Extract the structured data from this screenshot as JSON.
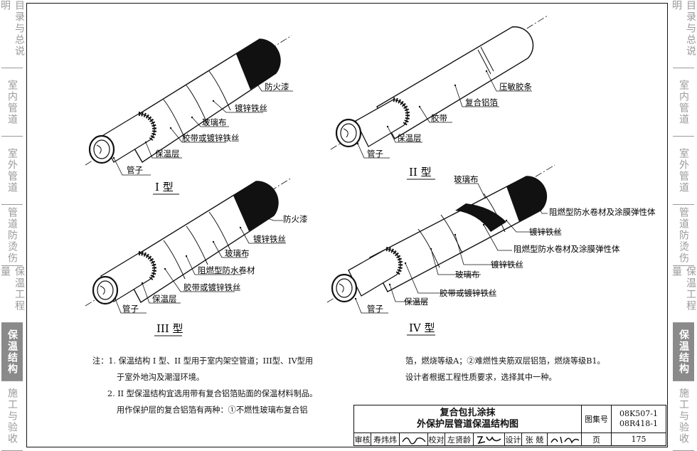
{
  "sidebar_left": [
    {
      "label": "目录与总说明",
      "active": false
    },
    {
      "label": "室内管道",
      "active": false
    },
    {
      "label": "室外管道",
      "active": false
    },
    {
      "label": "管道防烫伤",
      "active": false
    },
    {
      "label": "保温工程量",
      "active": false
    },
    {
      "label": "保温结构",
      "active": true
    },
    {
      "label": "施工与验收",
      "active": false
    }
  ],
  "sidebar_right": [
    {
      "label": "目录与总说明",
      "active": false
    },
    {
      "label": "室内管道",
      "active": false
    },
    {
      "label": "室外管道",
      "active": false
    },
    {
      "label": "管道防烫伤",
      "active": false
    },
    {
      "label": "保温工程量",
      "active": false
    },
    {
      "label": "保温结构",
      "active": true
    },
    {
      "label": "施工与验收",
      "active": false
    }
  ],
  "diagrams": {
    "type1": {
      "title": "I 型",
      "labels": [
        "防火漆",
        "镀锌铁丝",
        "玻璃布",
        "胶带或镀锌铁丝",
        "保温层",
        "管子"
      ]
    },
    "type2": {
      "title": "II 型",
      "labels": [
        "压敏胶条",
        "复合铝箔",
        "胶带",
        "保温层",
        "管子"
      ]
    },
    "type3": {
      "title": "III 型",
      "labels": [
        "防火漆",
        "镀锌铁丝",
        "玻璃布",
        "阻燃型防水卷材",
        "胶带或镀锌铁丝",
        "保温层",
        "管子"
      ]
    },
    "type4": {
      "title": "IV 型",
      "labels": [
        "玻璃布",
        "阻燃型防水卷材及涂膜弹性体",
        "镀锌铁丝",
        "阻燃型防水卷材及涂膜弹性体",
        "镀锌铁丝",
        "玻璃布",
        "胶带或镀锌铁丝",
        "保温层",
        "管子"
      ]
    }
  },
  "notes": {
    "prefix": "注：",
    "n1a": "1. 保温结构 I 型、II 型用于室内架空管道；III型、IV型用",
    "n1b": "于室外地沟及潮湿环境。",
    "n2a": "2. II 型保温结构宜选用带有复合铝箔贴面的保温材料制品。",
    "n2b": "用作保护层的复合铝箔有两种：①不燃性玻璃布复合铝",
    "n2c": "箔，燃烧等级A；②难燃性夹筋双层铝箔，燃烧等级B1。",
    "n2d": "设计者根据工程性质要求，选择其中一种。"
  },
  "titleblock": {
    "title1": "复合包扎涂抹",
    "title2": "外保护层管道保温结构图",
    "atlas_label": "图集号",
    "atlas_no1": "08K507-1",
    "atlas_no2": "08R418-1",
    "review_label": "审核",
    "reviewer": "寿炜炜",
    "check_label": "校对",
    "checker": "左贤龄",
    "design_label": "设计",
    "designer": "张 兢",
    "page_label": "页",
    "page_no": "175"
  },
  "colors": {
    "line": "#111111",
    "tab_active": "#8a8a8a",
    "tab_text": "#9a9a9a"
  }
}
